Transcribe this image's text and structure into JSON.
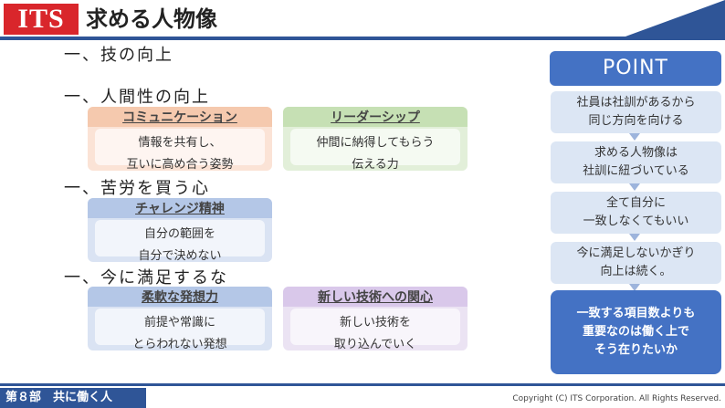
{
  "header": {
    "logo": "ITS",
    "title": "求める人物像"
  },
  "sections": [
    {
      "heading": "一、技の向上"
    },
    {
      "heading": "一、人間性の向上"
    },
    {
      "heading": "一、苦労を買う心"
    },
    {
      "heading": "一、今に満足するな"
    }
  ],
  "cards": {
    "communication": {
      "label": "コミュニケーション",
      "line1": "情報を共有し、",
      "line2": "互いに高め合う姿勢"
    },
    "leadership": {
      "label": "リーダーシップ",
      "line1": "仲間に納得してもらう",
      "line2": "伝える力"
    },
    "challenge": {
      "label": "チャレンジ精神",
      "line1": "自分の範囲を",
      "line2": "自分で決めない"
    },
    "flexible": {
      "label": "柔軟な発想力",
      "line1": "前提や常識に",
      "line2": "とらわれない発想"
    },
    "interest": {
      "label": "新しい技術への関心",
      "line1": "新しい技術を",
      "line2": "取り込んでいく"
    }
  },
  "point": {
    "title": "POINT",
    "items": [
      {
        "line1": "社員は社訓があるから",
        "line2": "同じ方向を向ける"
      },
      {
        "line1": "求める人物像は",
        "line2": "社訓に紐づいている"
      },
      {
        "line1": "全て自分に",
        "line2": "一致しなくてもいい"
      },
      {
        "line1": "今に満足しないかぎり",
        "line2": "向上は続く。"
      }
    ],
    "final": {
      "line1": "一致する項目数よりも",
      "line2": "重要なのは働く上で",
      "line3": "そう在りたいか"
    }
  },
  "footer": {
    "section": "第８部　共に働く人",
    "copyright": "Copyright (C) ITS Corporation. All Rights Reserved."
  },
  "colors": {
    "brand_red": "#d9262b",
    "brand_blue": "#2f5597",
    "accent_blue": "#4472c4"
  }
}
